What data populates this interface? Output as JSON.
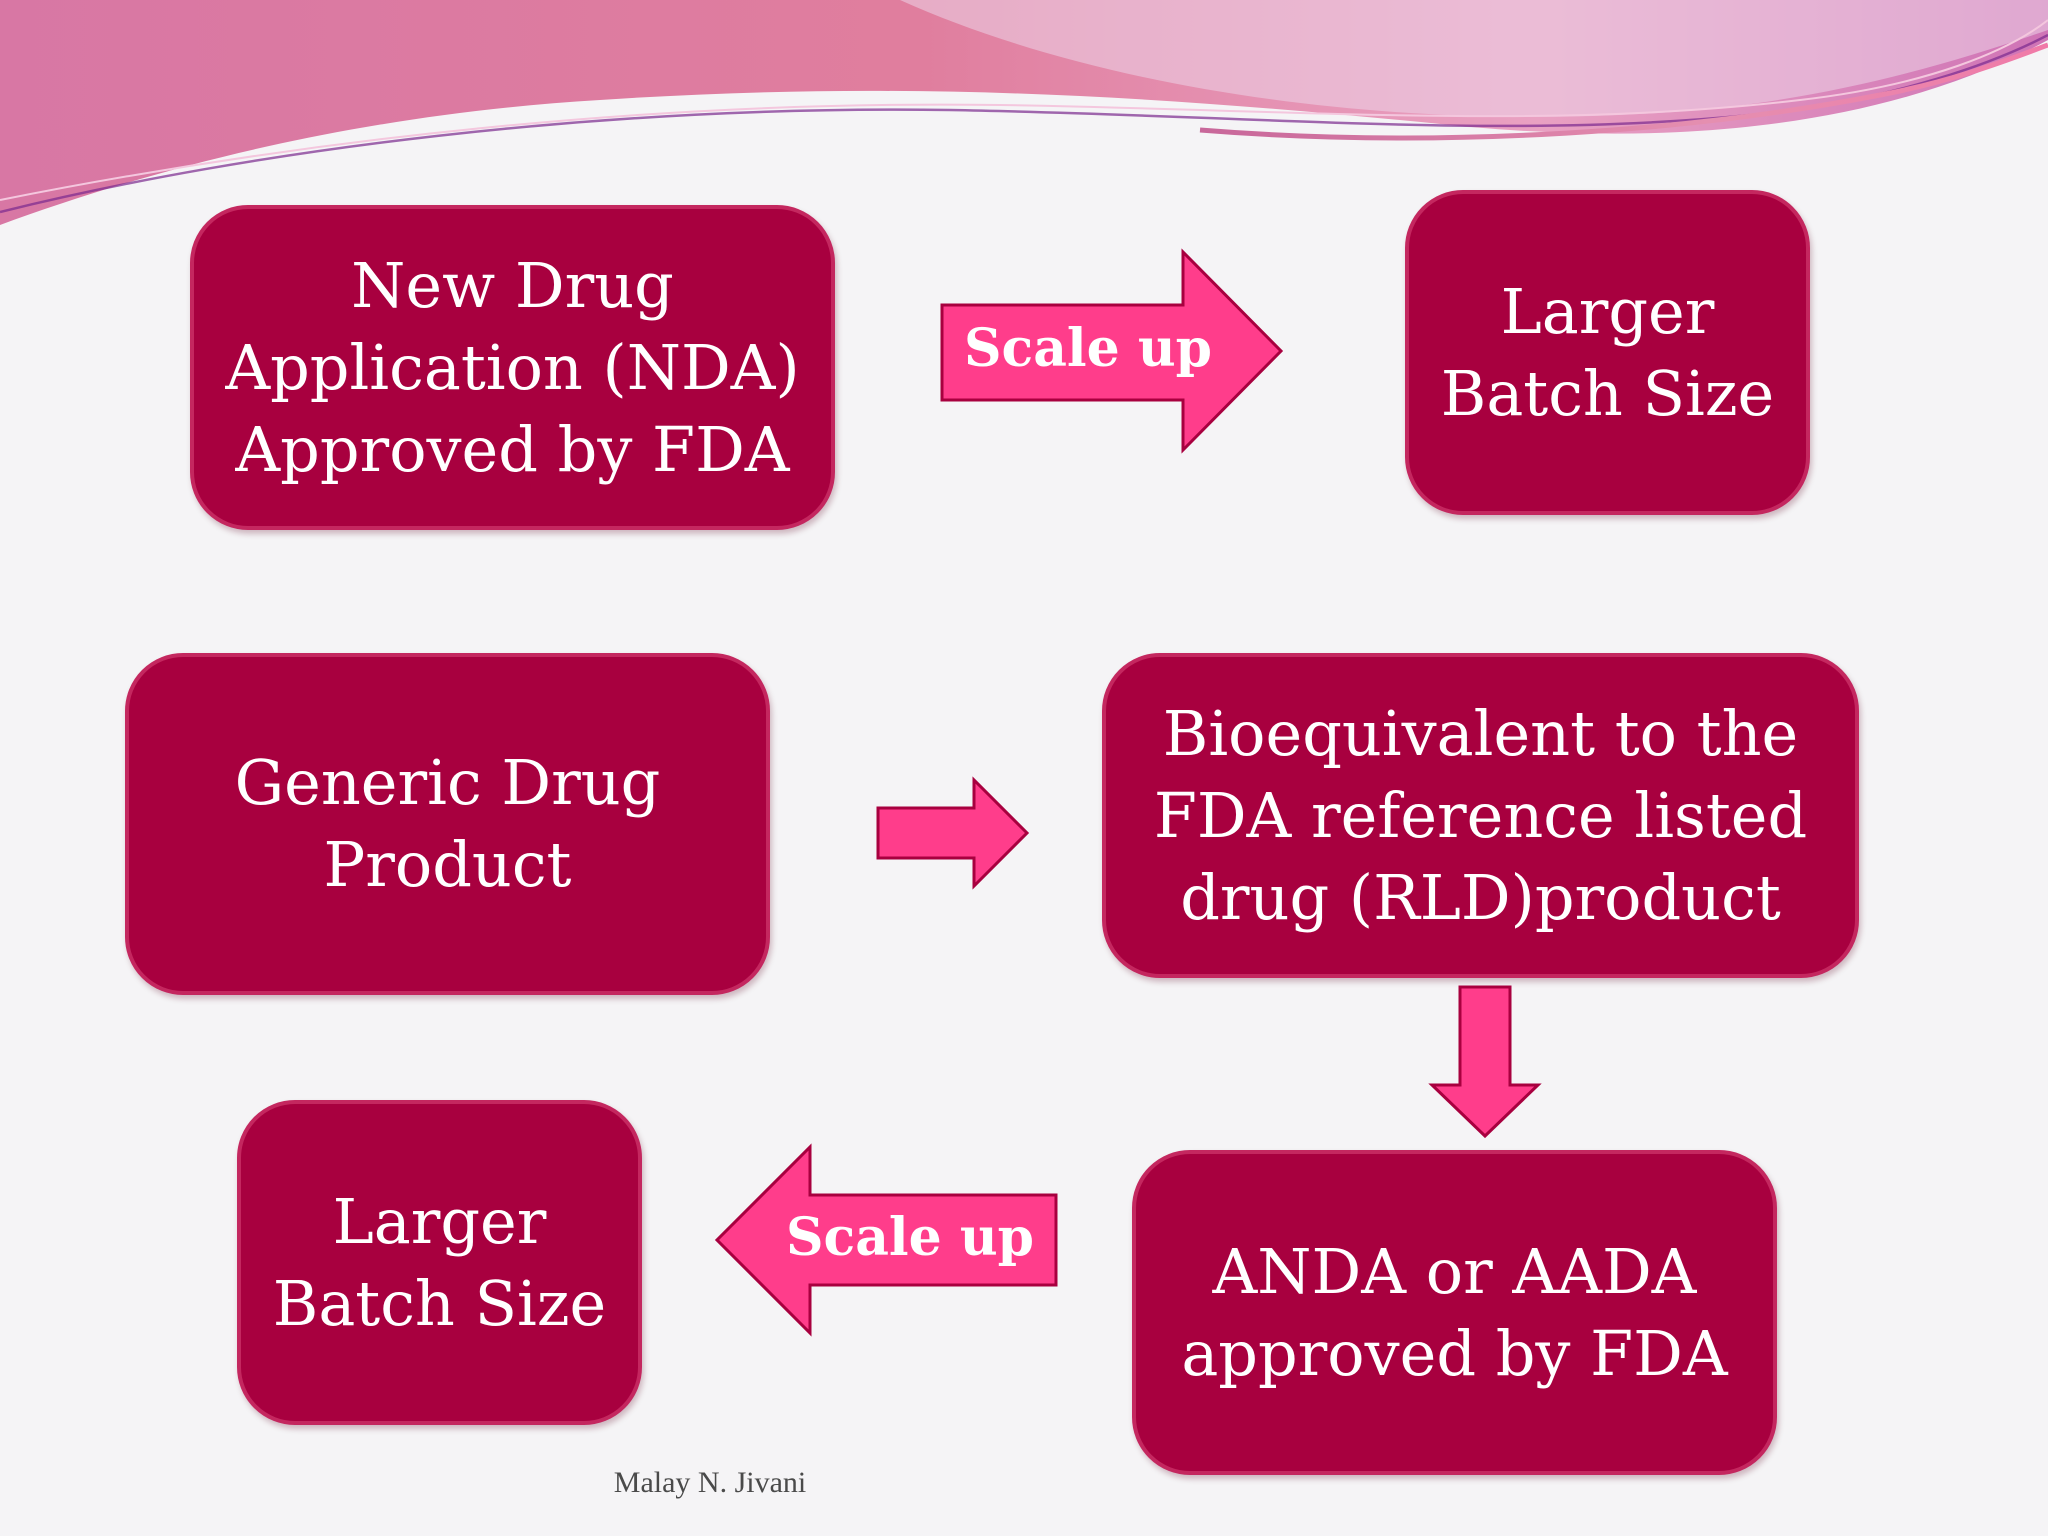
{
  "diagram": {
    "nodes": {
      "nda": "New Drug\nApplication (NDA)\nApproved by FDA",
      "batch_top": "Larger\nBatch Size",
      "generic": "Generic Drug\nProduct",
      "bioequivalent": "Bioequivalent to the\nFDA reference listed\ndrug (RLD)product",
      "anda": "ANDA or AADA\napproved by FDA",
      "batch_bottom": "Larger\nBatch Size"
    },
    "arrows": {
      "top_label": "Scale up",
      "bottom_label": "Scale up"
    },
    "footer": "Malay N. Jivani",
    "colors": {
      "box_fill": "#a8003f",
      "box_border": "#c4275f",
      "arrow_fill": "#ff3d8b",
      "arrow_stroke": "#a8003f",
      "header_band": "#d9719d"
    }
  }
}
